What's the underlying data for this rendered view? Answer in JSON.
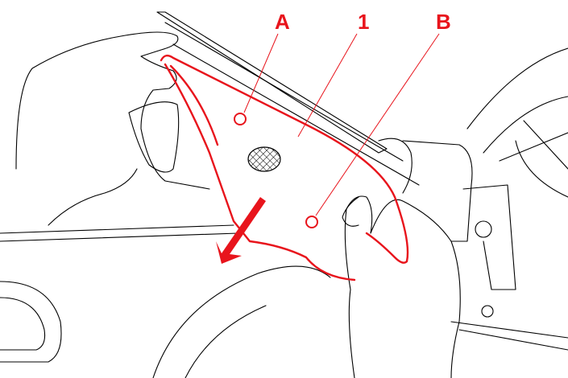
{
  "labels": {
    "a": "A",
    "one": "1",
    "b": "B"
  },
  "colors": {
    "accent": "#e8141c",
    "line": "#000000"
  }
}
